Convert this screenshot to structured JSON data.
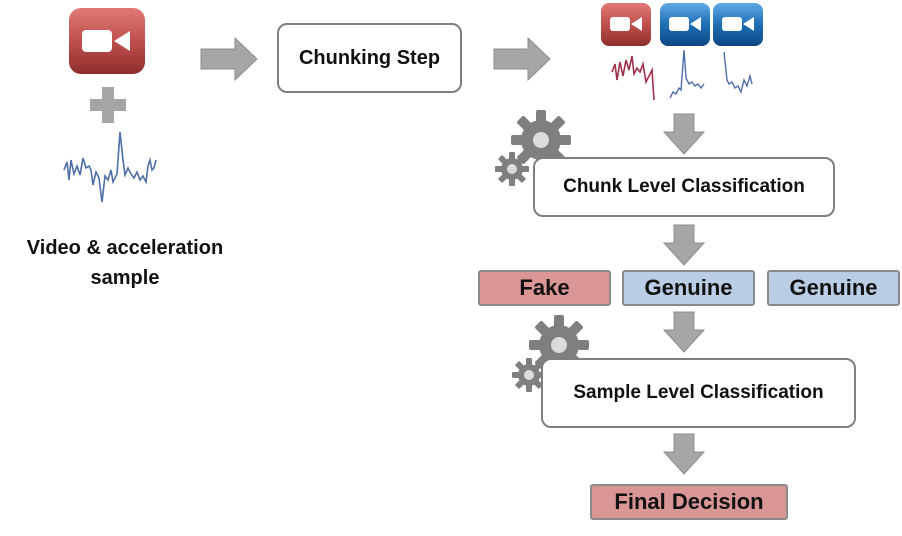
{
  "input": {
    "caption_line1": "Video & acceleration",
    "caption_line2": "sample"
  },
  "steps": {
    "chunking": "Chunking Step",
    "chunk_classification": "Chunk Level Classification",
    "sample_classification": "Sample Level Classification"
  },
  "chunk_results": [
    "Fake",
    "Genuine",
    "Genuine"
  ],
  "final_decision": "Final Decision",
  "colors": {
    "fake": "#d99694",
    "genuine": "#b9cde5",
    "video_red": "#c0504d",
    "video_blue": "#1f6fb5",
    "signal_blue": "#4f6fa8",
    "signal_red": "#a0304a",
    "arrow_gray": "#a6a6a6",
    "gear_gray": "#7f7f7f"
  },
  "icons": [
    "video-camera-icon",
    "plus-icon",
    "signal-waveform-icon",
    "gear-icon",
    "arrow-right-icon",
    "arrow-down-icon"
  ]
}
